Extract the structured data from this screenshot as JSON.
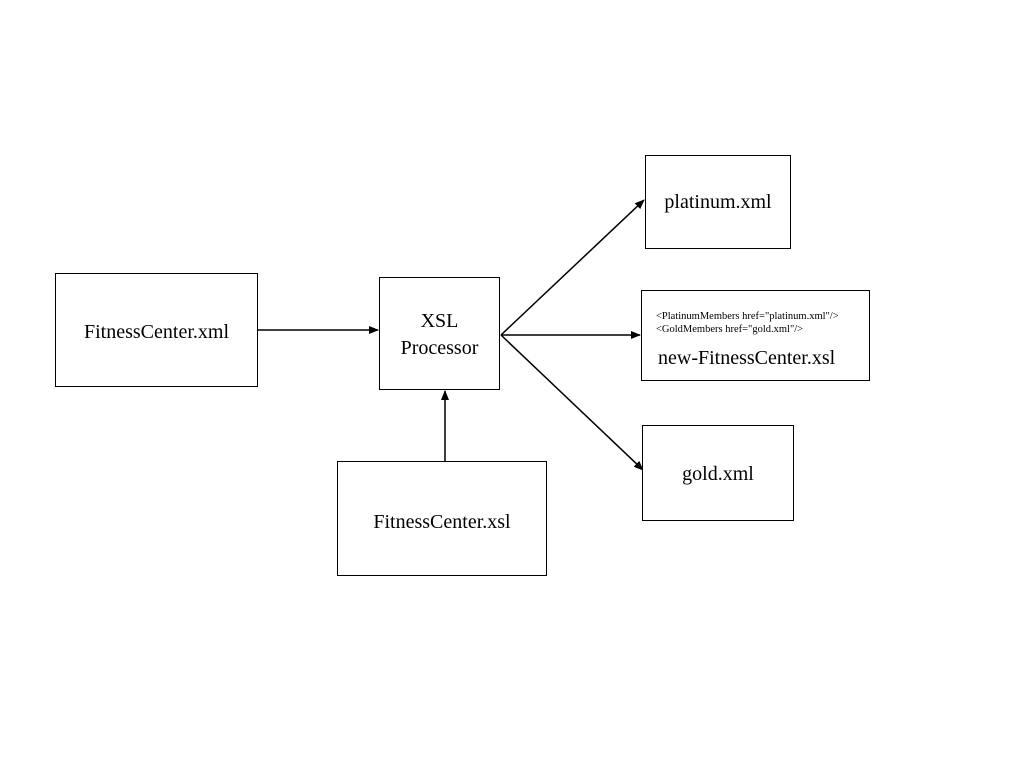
{
  "nodes": {
    "fitness_xml": {
      "label": "FitnessCenter.xml"
    },
    "xsl_processor": {
      "label_line1": "XSL",
      "label_line2": "Processor"
    },
    "fitness_xsl": {
      "label": "FitnessCenter.xsl"
    },
    "platinum_xml": {
      "label": "platinum.xml"
    },
    "new_fitness_xsl": {
      "code_line1": "<PlatinumMembers href=\"platinum.xml\"/>",
      "code_line2": "<GoldMembers href=\"gold.xml\"/>",
      "label": "new-FitnessCenter.xsl"
    },
    "gold_xml": {
      "label": "gold.xml"
    }
  },
  "edges": [
    {
      "from": "FitnessCenter.xml",
      "to": "XSL Processor"
    },
    {
      "from": "FitnessCenter.xsl",
      "to": "XSL Processor"
    },
    {
      "from": "XSL Processor",
      "to": "platinum.xml"
    },
    {
      "from": "XSL Processor",
      "to": "new-FitnessCenter.xsl"
    },
    {
      "from": "XSL Processor",
      "to": "gold.xml"
    }
  ],
  "colors": {
    "stroke": "#000000",
    "background": "#ffffff",
    "text": "#000000"
  }
}
